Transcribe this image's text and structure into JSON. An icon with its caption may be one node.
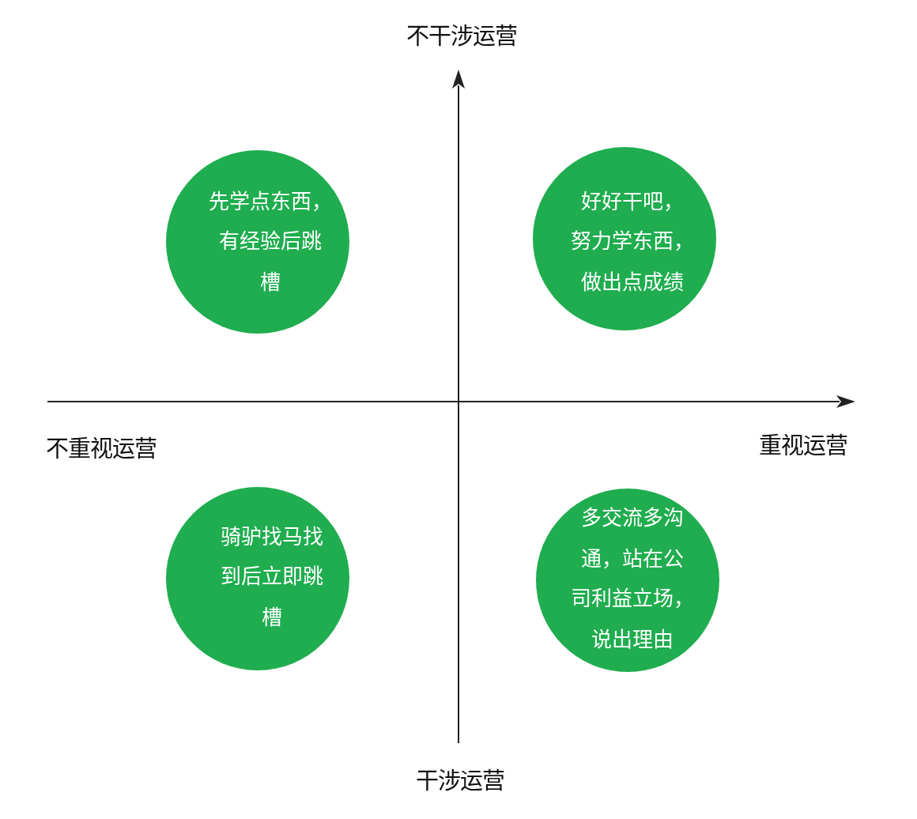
{
  "diagram": {
    "nodes": [
      {
        "text": [
          "先学点东西，有经验后跳槽"
        ]
      },
      {
        "text": [
          "好好干吧，努力学东西，做出点成绩"
        ]
      },
      {
        "text": [
          "骑驴找马找到后立即跳槽"
        ]
      },
      {
        "text": [
          "多交流多沟通，站在公司利益立场，说出理由"
        ]
      }
    ],
    "labels": [
      "不干涉运营",
      "不重视运营",
      "重视运营",
      "干涉运营"
    ]
  }
}
